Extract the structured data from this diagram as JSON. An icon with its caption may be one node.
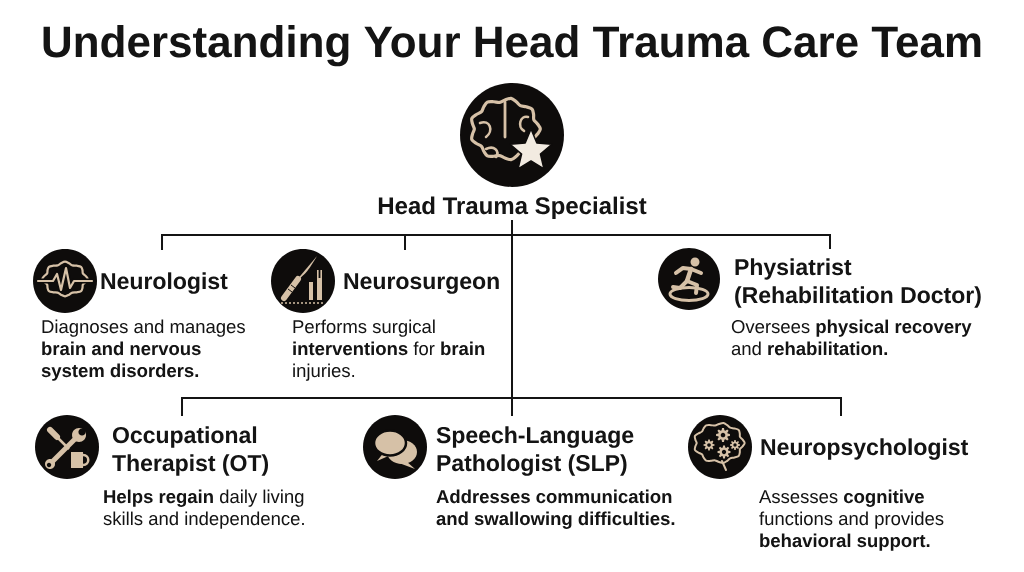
{
  "diagram": {
    "title": "Understanding Your Head Trauma Care Team",
    "nodes": [
      {
        "text": [
          "Head Trauma Specialist"
        ]
      },
      {
        "text": [
          "Neurologist",
          "Diagnoses and manages **brain and nervous system disorders.**"
        ]
      },
      {
        "text": [
          "Neurosurgeon",
          "Performs surgical **interventions** for **brain** injuries."
        ]
      },
      {
        "text": [
          "Physiatrist (Rehabilitation Doctor)",
          "Oversees **physical recovery** and **rehabilitation.**"
        ]
      },
      {
        "text": [
          "Occupational Therapist (OT)",
          "**Helps regain** daily living skills and independence."
        ]
      },
      {
        "text": [
          "Speech-Language Pathologist (SLP)",
          "Addresses communication and swallowing difficulties."
        ]
      },
      {
        "text": [
          "Neuropsychologist",
          "Assesses **cognitive** functions and provides **behavioral support.**"
        ]
      }
    ],
    "edges": [
      {
        "from": 0,
        "to": 1,
        "arrow": "none"
      },
      {
        "from": 0,
        "to": 2,
        "arrow": "none"
      },
      {
        "from": 0,
        "to": 3,
        "arrow": "none"
      },
      {
        "from": 0,
        "to": 4,
        "arrow": "none"
      },
      {
        "from": 0,
        "to": 5,
        "arrow": "none"
      },
      {
        "from": 0,
        "to": 6,
        "arrow": "none"
      }
    ]
  }
}
